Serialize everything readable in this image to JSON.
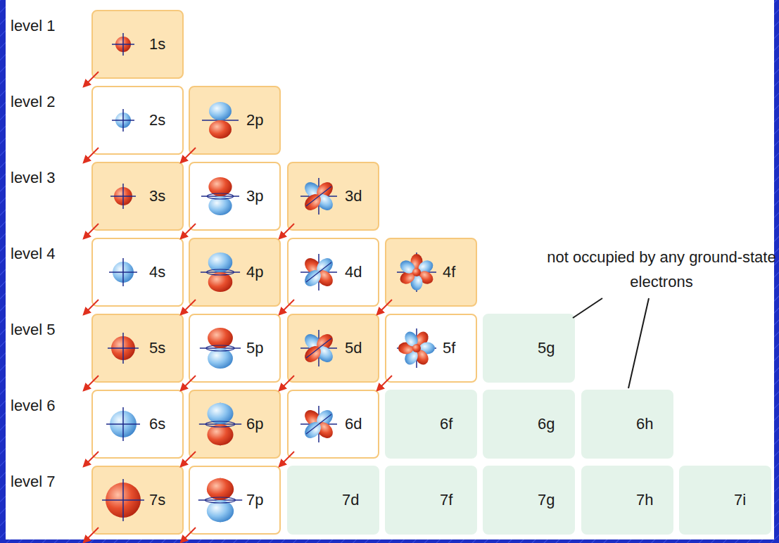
{
  "diagram": {
    "nodes": [
      {
        "text": [
          "1s"
        ]
      },
      {
        "text": [
          "2s"
        ]
      },
      {
        "text": [
          "2p"
        ]
      },
      {
        "text": [
          "3s"
        ]
      },
      {
        "text": [
          "3p"
        ]
      },
      {
        "text": [
          "3d"
        ]
      },
      {
        "text": [
          "4s"
        ]
      },
      {
        "text": [
          "4p"
        ]
      },
      {
        "text": [
          "4d"
        ]
      },
      {
        "text": [
          "4f"
        ]
      },
      {
        "text": [
          "5s"
        ]
      },
      {
        "text": [
          "5p"
        ]
      },
      {
        "text": [
          "5d"
        ]
      },
      {
        "text": [
          "5f"
        ]
      },
      {
        "text": [
          "5g"
        ]
      },
      {
        "text": [
          "6s"
        ]
      },
      {
        "text": [
          "6p"
        ]
      },
      {
        "text": [
          "6d"
        ]
      },
      {
        "text": [
          "6f"
        ]
      },
      {
        "text": [
          "6g"
        ]
      },
      {
        "text": [
          "6h"
        ]
      },
      {
        "text": [
          "7s"
        ]
      },
      {
        "text": [
          "7p"
        ]
      },
      {
        "text": [
          "7d"
        ]
      },
      {
        "text": [
          "7f"
        ]
      },
      {
        "text": [
          "7g"
        ]
      },
      {
        "text": [
          "7h"
        ]
      },
      {
        "text": [
          "7i"
        ]
      }
    ],
    "labels": [
      "level 1",
      "level 2",
      "level 3",
      "level 4",
      "level 5",
      "level 6",
      "level 7",
      "not occupied by any ground-state electrons"
    ]
  }
}
